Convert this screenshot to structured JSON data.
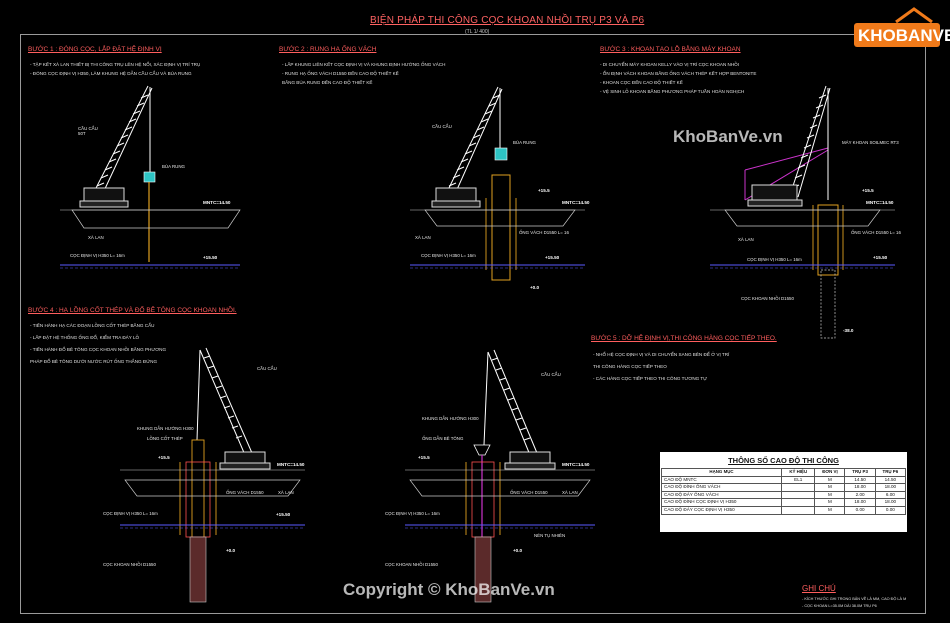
{
  "sheet": {
    "title": "BIỆN PHÁP THI CÔNG CỌC KHOAN NHỒI TRỤ P3 VÀ P6",
    "scale": "(TL 1/ 400)"
  },
  "logo": {
    "text": "KHOBANVE"
  },
  "watermarks": {
    "top": "KhoBanVe.vn",
    "bottom": "Copyright © KhoBanVe.vn"
  },
  "colors": {
    "background": "#000000",
    "frame": "#9a9a9a",
    "crane": "#ffffff",
    "crane_step3": "#cc33cc",
    "step_titles": "#ff5e5e",
    "water": "#5a5aff",
    "casing": "#e0a020",
    "ground": "#c9c9c9"
  },
  "steps": [
    {
      "title": "BƯỚC 1 : ĐÓNG CỌC, LẮP ĐẶT HỆ ĐỊNH VỊ",
      "notes": [
        "- TẬP KẾT XÀ LAN THIẾT BỊ THI CÔNG TRỤ LÊN HỆ NỔI, XÁC ĐỊNH VỊ TRÍ TRỤ",
        "- ĐÓNG CỌC ĐỊNH VỊ H350, LÀM KHUNG HỆ DẪN CẦU CẨU VÀ BÚA RUNG"
      ],
      "labels": {
        "crane": "CẦU CẨU 50T",
        "hammer": "BÚA RUNG",
        "barge": "XÀ LAN",
        "pile": "CỌC ĐỊNH VỊ H350 L= 16m",
        "mntc": "MNTC=14.50",
        "elev": "+15.50"
      }
    },
    {
      "title": "BƯỚC 2 : RUNG HẠ ỐNG VÁCH",
      "notes": [
        "- LẮP KHUNG LIÊN KẾT CỌC ĐỊNH VỊ VÀ KHUNG ĐỊNH HƯỚNG ỐNG VÁCH",
        "- RUNG HẠ ỐNG VÁCH D1550 ĐẾN CAO ĐỘ THIẾT KẾ",
        "  BẰNG BÚA RUNG ĐẾN CAO ĐỘ THIẾT KẾ"
      ],
      "labels": {
        "crane": "CẦU CẨU",
        "hammer": "BÚA RUNG",
        "barge": "XÀ LAN",
        "casing": "ỐNG VÁCH D1550 L= 16",
        "pile": "CỌC ĐỊNH VỊ H350 L= 16m",
        "mntc": "MNTC=14.50",
        "elev_top": "+15.5",
        "elev_mid": "+15.50",
        "elev_bot": "+0.0"
      }
    },
    {
      "title": "BƯỚC 3 : KHOAN TẠO LỖ BẰNG MÁY KHOAN",
      "notes": [
        "- DI CHUYỂN MÁY KHOAN KELLY VÀO VỊ TRÍ CỌC KHOAN NHỒI",
        "- ỔN ĐỊNH VÁCH KHOAN BẰNG ỐNG VÁCH THÉP KẾT HỢP BENTONITE",
        "- KHOAN CỌC ĐẾN CAO ĐỘ THIẾT KẾ",
        "- VỆ SINH LỖ KHOAN BẰNG PHƯƠNG PHÁP TUẦN HOÀN NGHỊCH"
      ],
      "labels": {
        "rig": "MÁY KHOAN SOILMEC RT3",
        "barge": "XÀ LAN",
        "casing": "ỐNG VÁCH D1550 L= 16",
        "pile": "CỌC ĐỊNH VỊ H350 L= 16m",
        "bored": "CỌC KHOAN NHỒI D1550",
        "mntc": "MNTC=14.50",
        "elev_top": "+15.5",
        "elev_mid": "+15.50",
        "elev_bot": "-38.0"
      }
    },
    {
      "title": "BƯỚC 4 : HẠ LỒNG CỐT THÉP VÀ ĐỔ BÊ TÔNG CỌC KHOAN NHỒI.",
      "notes": [
        "- TIẾN HÀNH HẠ CÁC ĐOẠN LỒNG CỐT THÉP BẰNG CẨU",
        "- LẮP ĐẶT HỆ THỐNG ỐNG ĐỔ, KIỂM TRA ĐÁY LỖ",
        "- TIẾN HÀNH ĐỔ BÊ TÔNG CỌC KHOAN NHỒI BẰNG PHƯƠNG",
        "  PHÁP ĐỔ BÊ TÔNG DƯỚI NƯỚC RÚT ỐNG THẲNG ĐỨNG"
      ],
      "labels": {
        "crane": "CẦU CẨU",
        "frame": "KHUNG DẪN HƯỚNG H300",
        "cage": "LỒNG CỐT THÉP",
        "casing": "ỐNG VÁCH D1550",
        "barge": "XÀ LAN",
        "pile": "CỌC ĐỊNH VỊ H350 L= 16m",
        "bored": "CỌC KHOAN NHỒI D1550",
        "mntc": "MNTC=14.50",
        "elev_top": "+15.5",
        "elev_mid": "+15.50",
        "elev_bot": "+0.0"
      }
    },
    {
      "title": "BƯỚC 5 : DỠ HỆ ĐỊNH VỊ,THI CÔNG HÀNG CỌC TIẾP THEO.",
      "notes": [
        "- NHỔ HỆ CỌC ĐỊNH VỊ VÀ DI CHUYỂN SANG BÊN ĐỂ Ở VỊ TRÍ",
        "  THI CÔNG HÀNG CỌC TIẾP THEO",
        "- CÁC HÀNG CỌC TIẾP THEO THI CÔNG TƯƠNG TỰ"
      ],
      "labels": {
        "crane": "CẦU CẨU",
        "frame": "KHUNG DẪN HƯỚNG H300",
        "tremie": "ỐNG DẪN BÊ TÔNG",
        "casing": "ỐNG VÁCH D1550",
        "barge": "XÀ LAN",
        "pile": "CỌC ĐỊNH VỊ H350 L= 16m",
        "bored": "CỌC KHOAN NHỒI D1550",
        "cut": "NÉN TỤ NHIÊN",
        "mntc": "MNTC=14.50",
        "elev_top": "+15.5",
        "elev_bot": "+0.0"
      }
    }
  ],
  "params_table": {
    "title": "THÔNG SỐ CAO ĐỘ THI CÔNG",
    "headers": [
      "HẠNG MỤC",
      "KÝ HIỆU",
      "ĐƠN VỊ",
      "TRỤ P3",
      "TRỤ P6"
    ],
    "rows": [
      [
        "CAO ĐỘ MNTC",
        "EL1",
        "M",
        "14.50",
        "14.50"
      ],
      [
        "CAO ĐỘ ĐỈNH ỐNG VÁCH",
        "",
        "M",
        "18.00",
        "18.00"
      ],
      [
        "CAO ĐỘ ĐÁY ỐNG VÁCH",
        "",
        "M",
        "2.00",
        "6.00"
      ],
      [
        "CAO ĐỘ ĐỈNH CỌC ĐỊNH VỊ H350",
        "",
        "M",
        "18.00",
        "18.00"
      ],
      [
        "CAO ĐỘ ĐÁY CỌC ĐỊNH VỊ H350",
        "",
        "M",
        "0.00",
        "0.00"
      ]
    ]
  },
  "notes_footer": {
    "title": "GHI CHÚ",
    "lines": [
      "- KÍCH THƯỚC GHI TRONG BẢN VẼ LÀ MM, CAO ĐỘ LÀ M",
      "- CỌC KHOAN L=35.0M DÀI 38.0M TRỤ P6"
    ]
  }
}
